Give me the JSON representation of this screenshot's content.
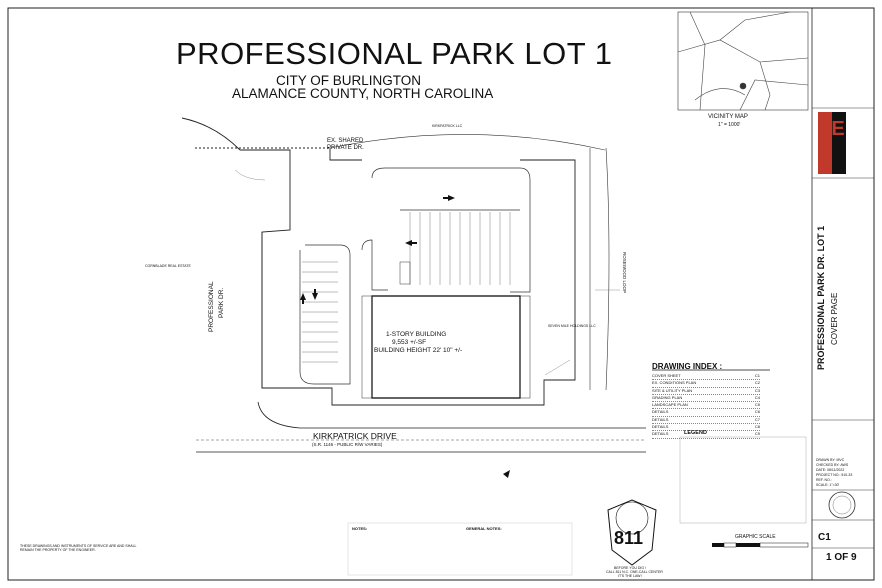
{
  "title": {
    "main": "PROFESSIONAL PARK LOT 1",
    "city": "CITY OF BURLINGTON",
    "county": "ALAMANCE COUNTY, NORTH CAROLINA"
  },
  "vicinity": {
    "label": "VICINITY MAP",
    "scale": "1\" = 1000'"
  },
  "plan": {
    "shared_drive": "EX. SHARED",
    "shared_drive2": "PRIVATE DR.",
    "building_line1": "1-STORY BUILDING",
    "building_line2": "9,553 +/-SF",
    "building_line3": "BUILDING HEIGHT 22' 10\" +/-",
    "street": "KIRKPATRICK DRIVE",
    "street_sub": "(S.R. 1146 - PUBLIC R/W VARIES)",
    "professional_park": "PROFESSIONAL",
    "professional_park2": "PARK DR.",
    "rosewood": "ROSEWOOD LOOP",
    "owner_left": "CORNBLADE REAL ESTATE",
    "owner_top": "KIRKPATRICK LLC",
    "owner_right": "SEVEN MILE HOLDINGS LLC"
  },
  "drawing_index": {
    "title": "DRAWING INDEX :",
    "rows": [
      {
        "name": "COVER SHEET",
        "sheet": "C1"
      },
      {
        "name": "EX. CONDITIONS PLAN",
        "sheet": "C2"
      },
      {
        "name": "SITE & UTILITY PLAN",
        "sheet": "C3"
      },
      {
        "name": "GRADING PLAN",
        "sheet": "C4"
      },
      {
        "name": "LANDSCAPE PLAN",
        "sheet": "C5"
      },
      {
        "name": "DETAILS",
        "sheet": "C6"
      },
      {
        "name": "DETAILS",
        "sheet": "C7"
      },
      {
        "name": "DETAILS",
        "sheet": "C8"
      },
      {
        "name": "DETAILS",
        "sheet": "C9"
      }
    ]
  },
  "legend_title": "LEGEND",
  "graphic_scale": "GRAPHIC SCALE",
  "notes_title": "NOTES:",
  "general_notes_title": "GENERAL NOTES:",
  "call811": {
    "big": "811",
    "line1": "BEFORE YOU DIG !",
    "line2": "CALL 811 N.C. ONE-CALL CENTER",
    "line3": "IT'S THE LAW !"
  },
  "disclaimer": "THESE DRAWINGS AND INSTRUMENTS OF SERVICE ARE AND SHALL REMAIN THE PROPERTY OF THE ENGINEER.",
  "title_block": {
    "project": "PROFESSIONAL PARK DR. LOT 1",
    "sheet_name": "COVER PAGE",
    "sheet_no": "C1",
    "of": "1 OF 9",
    "drawn_by": "DRAWN BY: MVC",
    "checked_by": "CHECKED BY: AWS",
    "date": "DATE: 08/11/2022",
    "project_no": "PROJECT NO.: 510-33",
    "ref_no": "REF. NO.:",
    "scale": "SCALE: 1\"=30'",
    "firm": "SE"
  },
  "colors": {
    "line": "#222222",
    "logo_red": "#c0392b"
  }
}
